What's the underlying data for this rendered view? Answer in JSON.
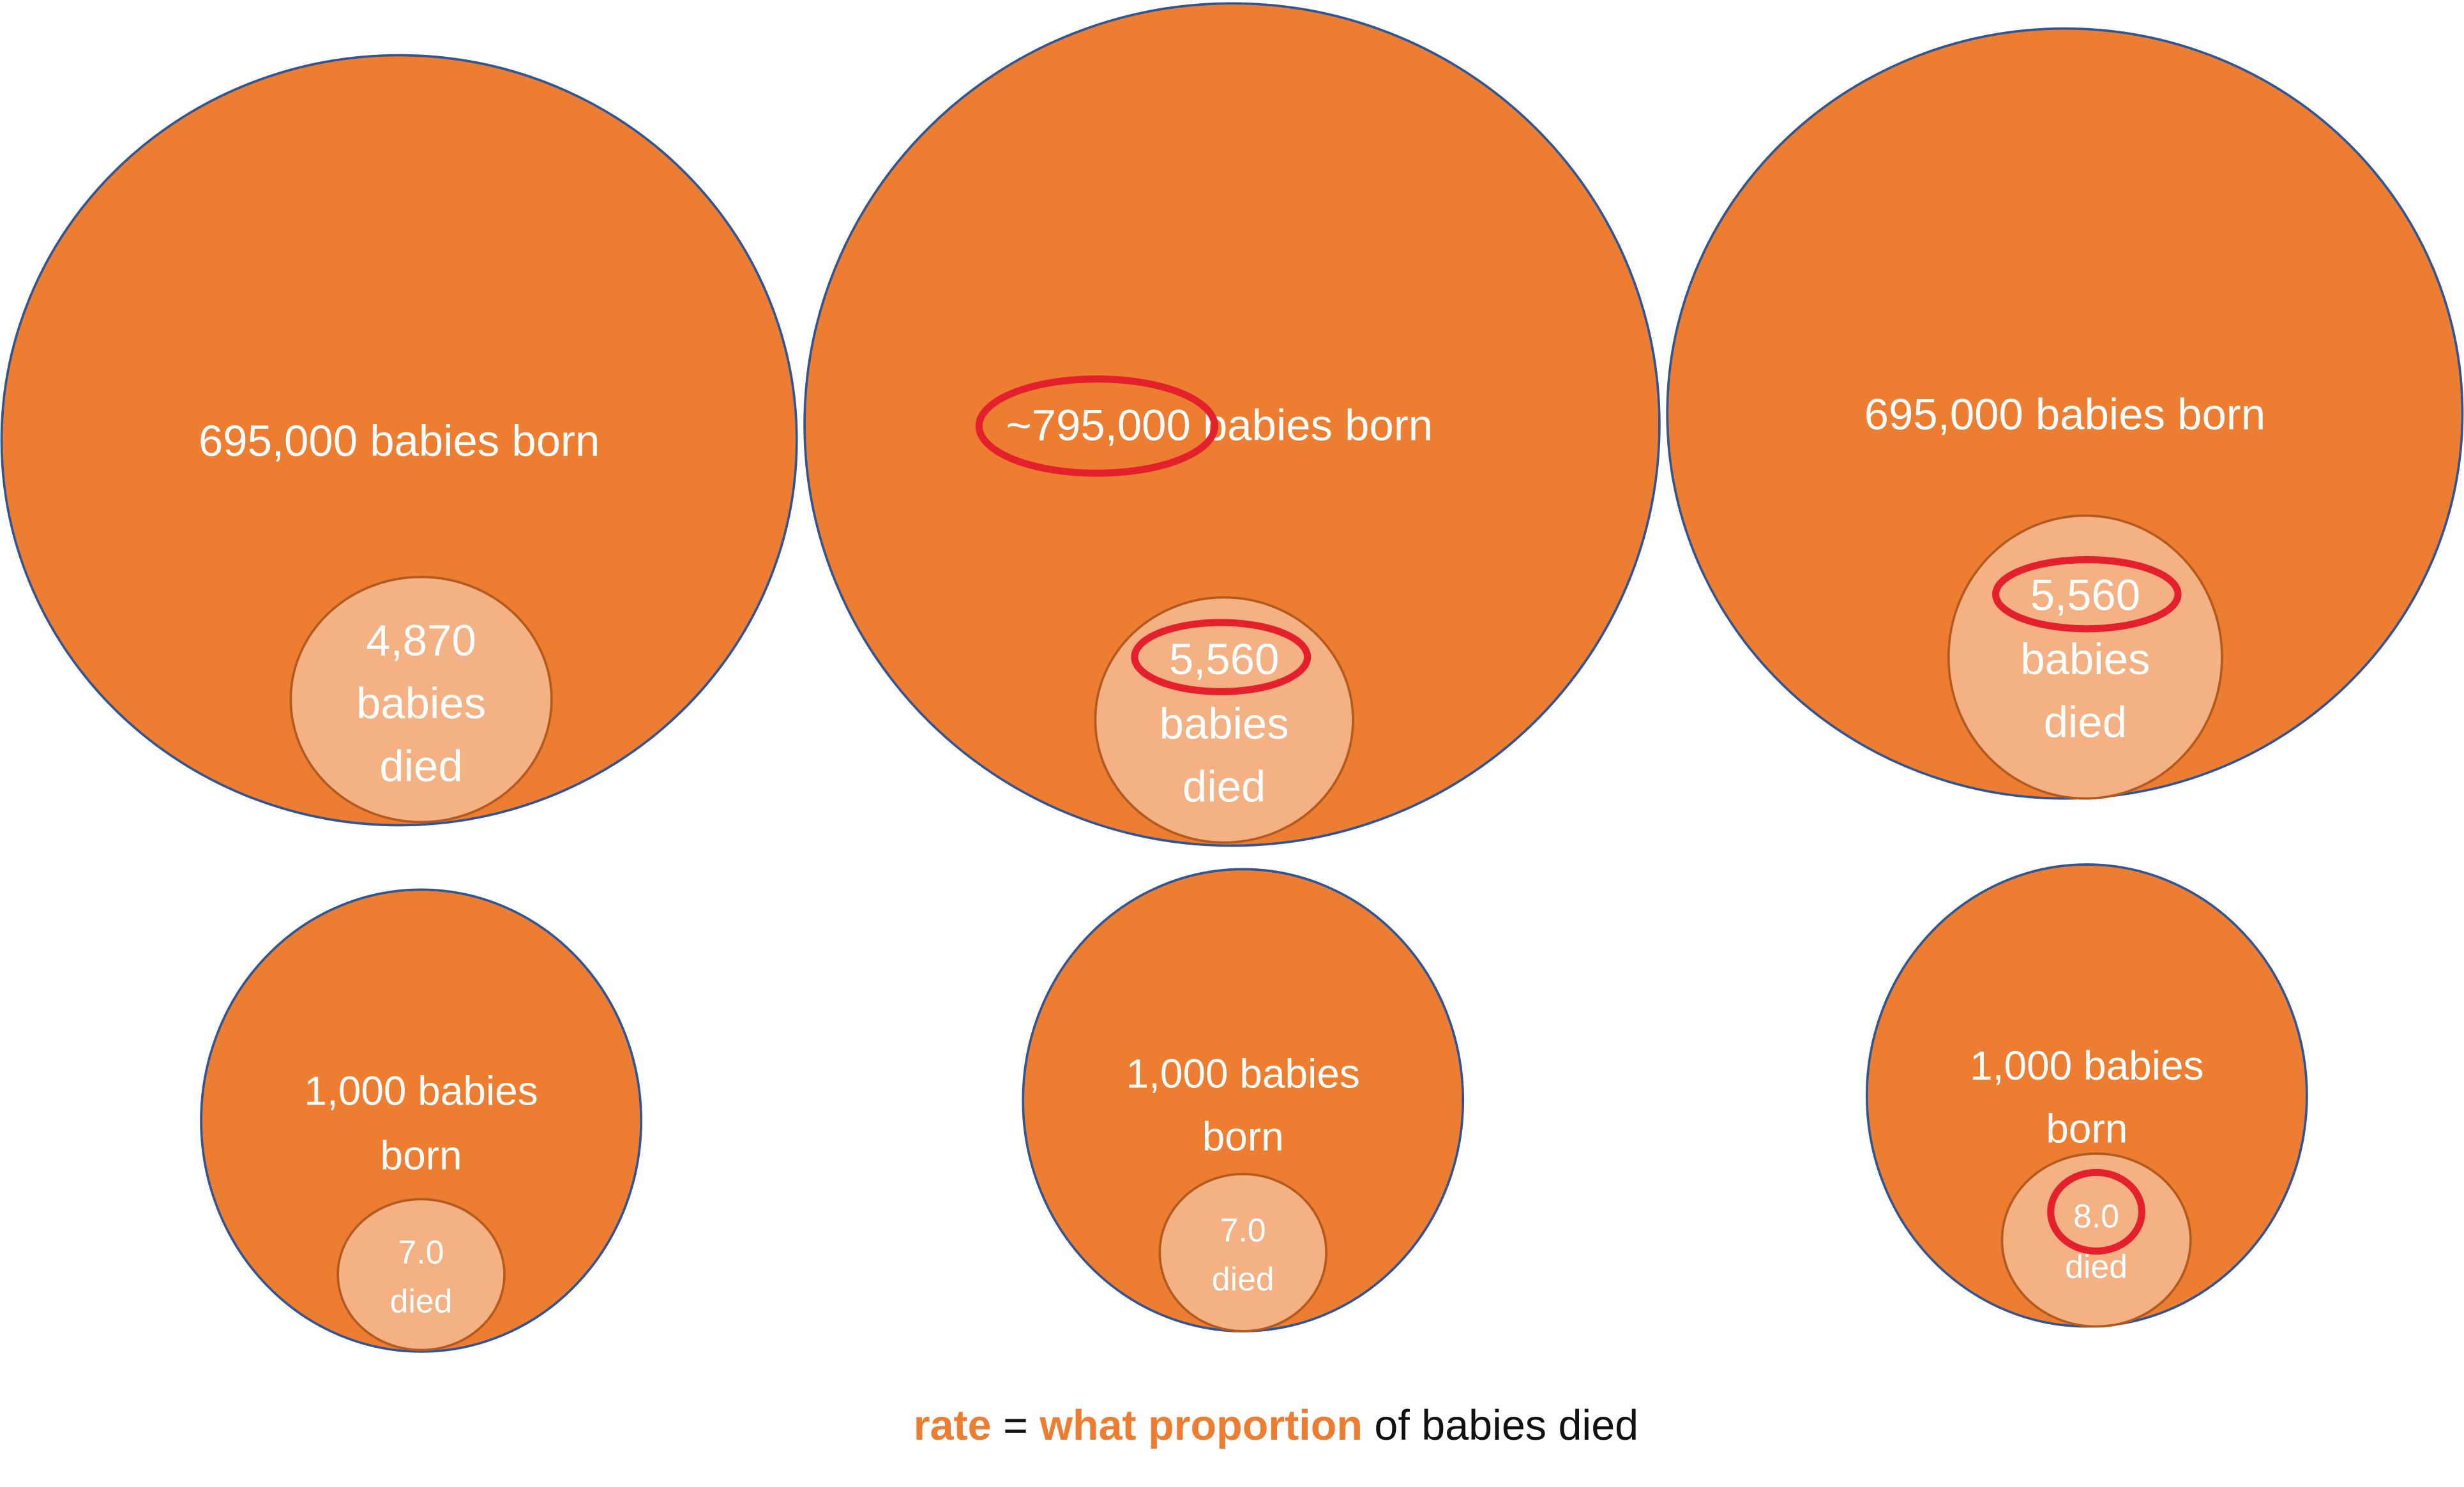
{
  "colors": {
    "outer_fill": "#ED7D31",
    "inner_fill": "#F4B183",
    "outer_stroke": "#2F5597",
    "highlight": "#E3202B",
    "accent_text": "#ED7D31"
  },
  "top_row": [
    {
      "born_number": "695,000",
      "born_text": "babies born",
      "died_number": "4,870",
      "died_line2": "babies",
      "died_line3": "died"
    },
    {
      "born_number": "~795,000",
      "born_text": "babies born",
      "died_number": "5,560",
      "died_line2": "babies",
      "died_line3": "died"
    },
    {
      "born_label": "695,000 babies born",
      "died_number": "5,560",
      "died_line2": "babies",
      "died_line3": "died"
    }
  ],
  "bottom_row": [
    {
      "born_line1": "1,000 babies",
      "born_line2": "born",
      "died_number": "7.0",
      "died_text": "died"
    },
    {
      "born_line1": "1,000 babies",
      "born_line2": "born",
      "died_number": "7.0",
      "died_text": "died"
    },
    {
      "born_line1": "1,000 babies",
      "born_line2": "born",
      "died_number": "8.0",
      "died_text": "died"
    }
  ],
  "caption": {
    "term": "rate",
    "equals": " = ",
    "definition_accent": "what proportion",
    "definition_rest": " of babies died"
  }
}
